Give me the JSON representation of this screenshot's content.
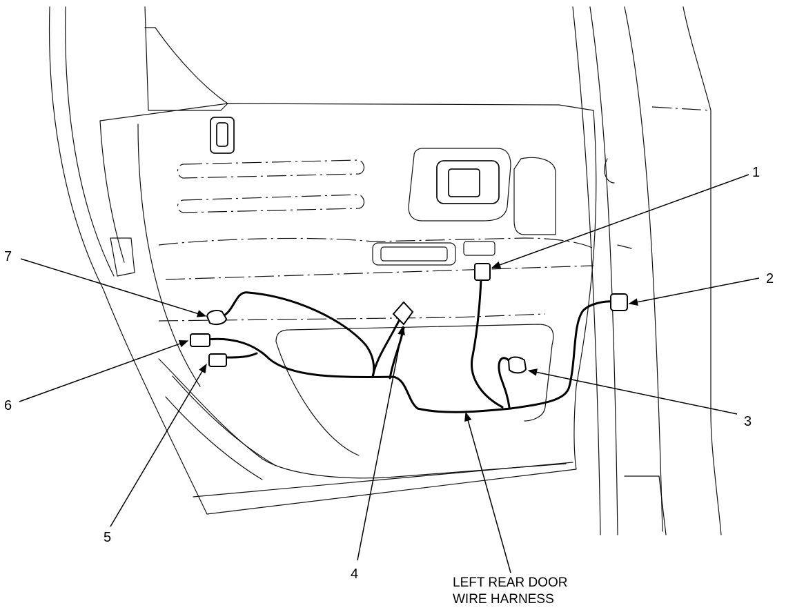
{
  "callouts": {
    "c1": "1",
    "c2": "2",
    "c3": "3",
    "c4": "4",
    "c5": "5",
    "c6": "6",
    "c7": "7"
  },
  "caption": {
    "line1": "LEFT REAR DOOR",
    "line2": "WIRE HARNESS"
  }
}
